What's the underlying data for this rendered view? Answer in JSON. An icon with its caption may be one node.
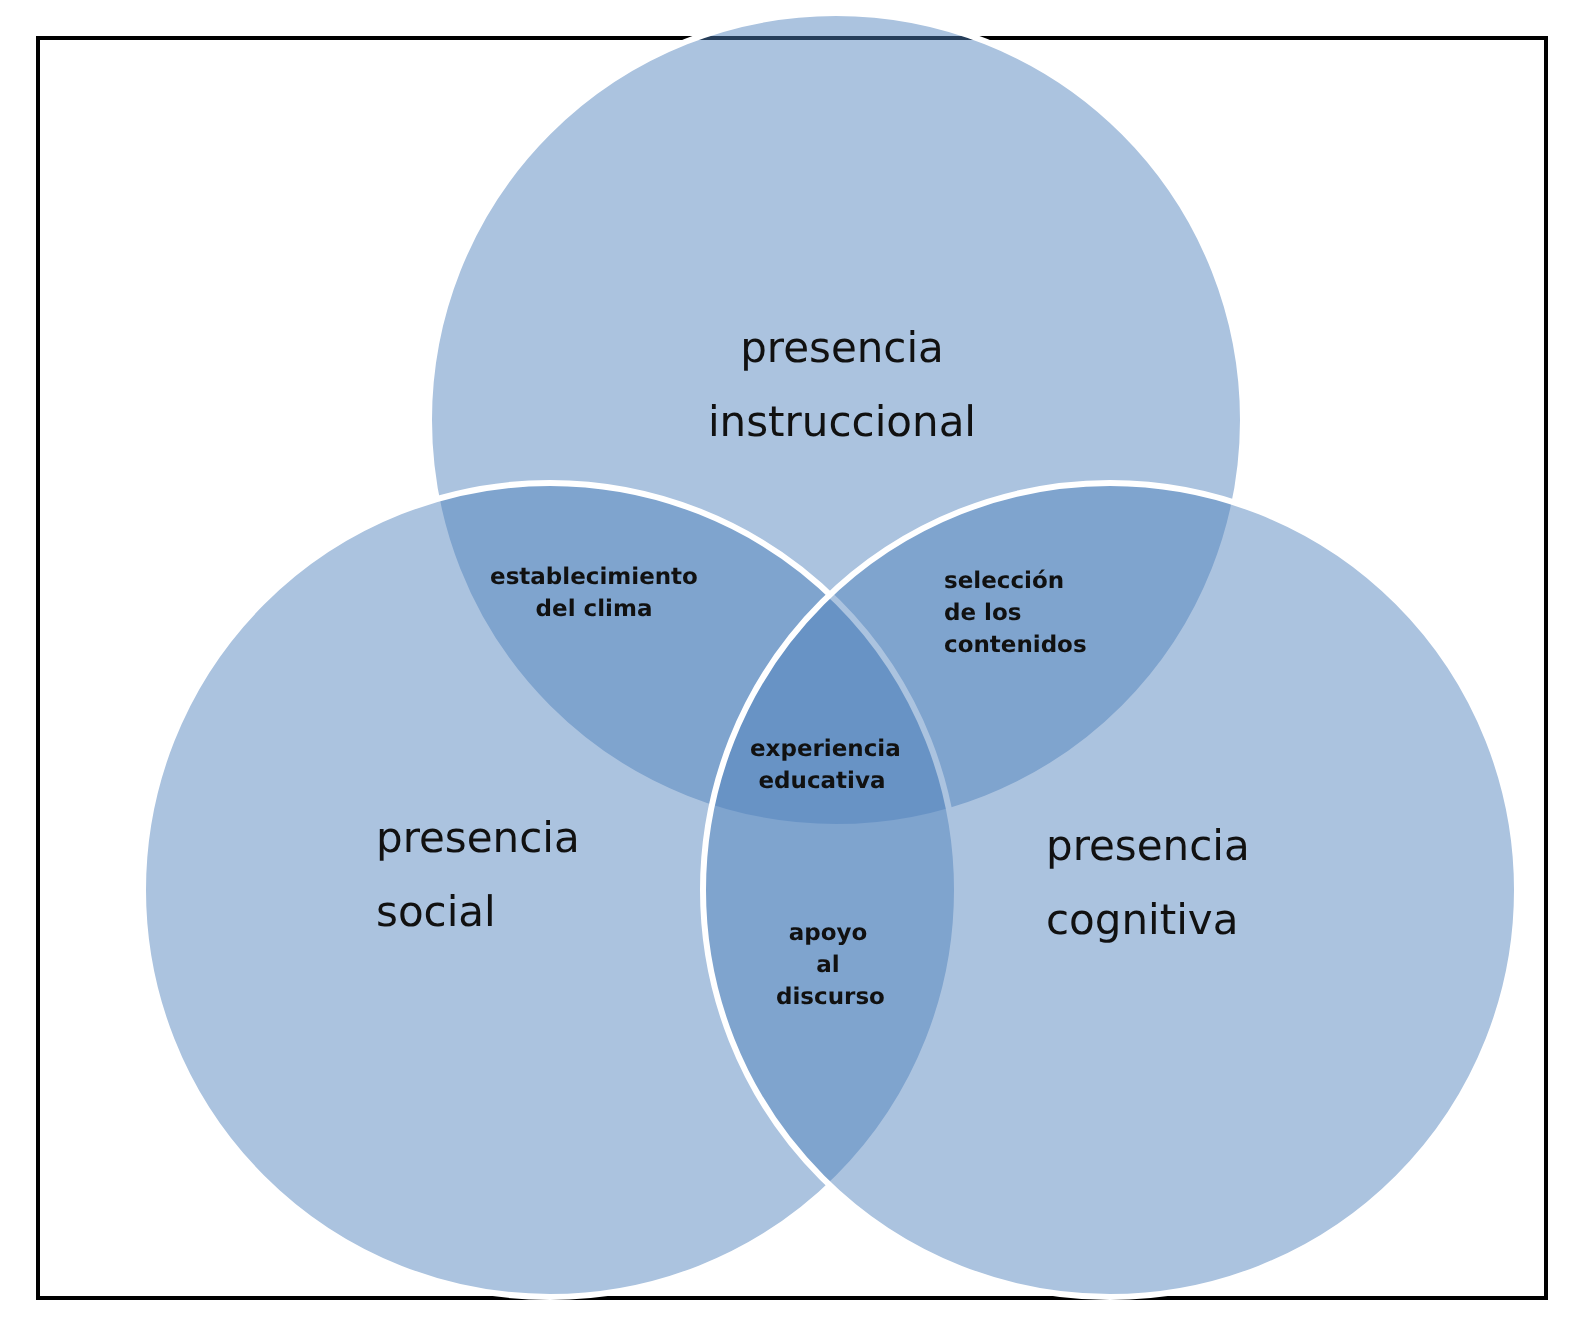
{
  "diagram": {
    "nodes": [
      {
        "text": [
          "presencia instruccional"
        ]
      },
      {
        "text": [
          "presencia social"
        ]
      },
      {
        "text": [
          "presencia cognitiva"
        ]
      }
    ],
    "labels": [
      "establecimiento del clima",
      "selección de los contenidos",
      "experiencia educativa",
      "apoyo al discurso"
    ]
  }
}
